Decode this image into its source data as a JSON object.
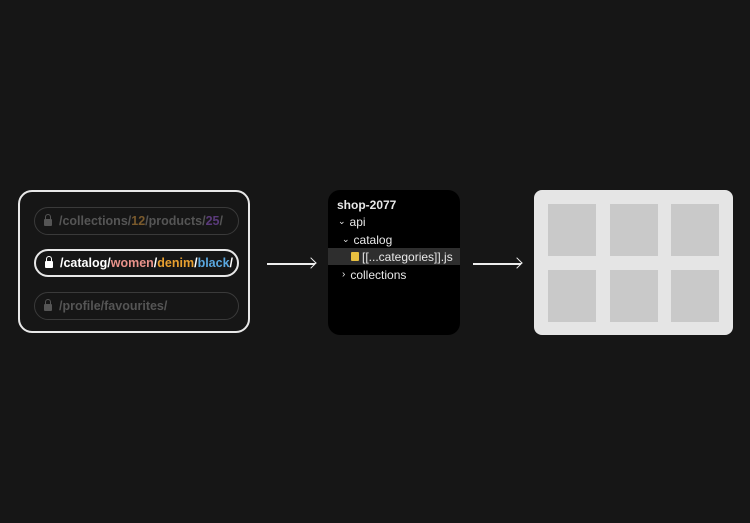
{
  "routes": [
    {
      "segments": [
        {
          "t": "/collections/",
          "c": "#555"
        },
        {
          "t": "12",
          "c": "#7a5a2c"
        },
        {
          "t": "/products/",
          "c": "#555"
        },
        {
          "t": "25",
          "c": "#5a3a7a"
        },
        {
          "t": "/",
          "c": "#555"
        }
      ],
      "active": false
    },
    {
      "segments": [
        {
          "t": "/catalog/",
          "c": "#ffffff"
        },
        {
          "t": "women",
          "c": "#e8928a"
        },
        {
          "t": "/",
          "c": "#ffffff"
        },
        {
          "t": "denim",
          "c": "#e8a030"
        },
        {
          "t": "/",
          "c": "#ffffff"
        },
        {
          "t": "black",
          "c": "#5aa8e0"
        },
        {
          "t": "/",
          "c": "#ffffff"
        }
      ],
      "active": true
    },
    {
      "segments": [
        {
          "t": "/profile/favourites/",
          "c": "#555"
        }
      ],
      "active": false
    }
  ],
  "tree": {
    "root": "shop-2077",
    "api": "api",
    "catalog": "catalog",
    "file": "[[...categories]].js",
    "collections": "collections"
  }
}
